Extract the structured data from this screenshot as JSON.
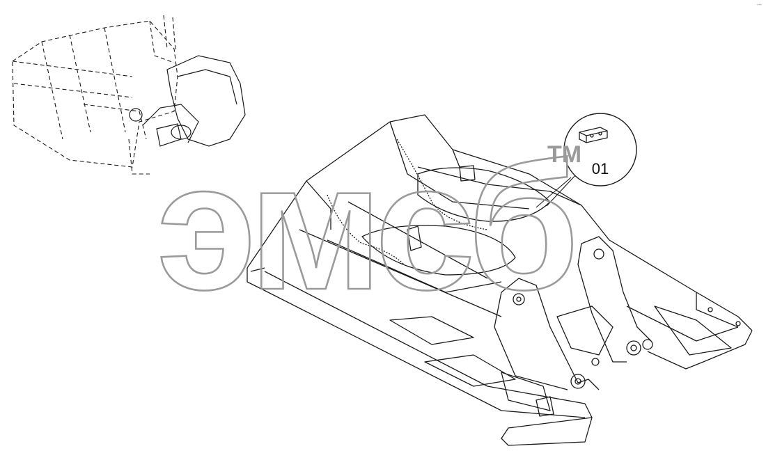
{
  "watermark": {
    "text": "эмсб",
    "tm": "TM"
  },
  "callout": {
    "label": "01"
  },
  "corner_code": "---",
  "colors": {
    "line": "#1a1a1a",
    "watermark": "#9a9a9a",
    "background": "#ffffff"
  }
}
